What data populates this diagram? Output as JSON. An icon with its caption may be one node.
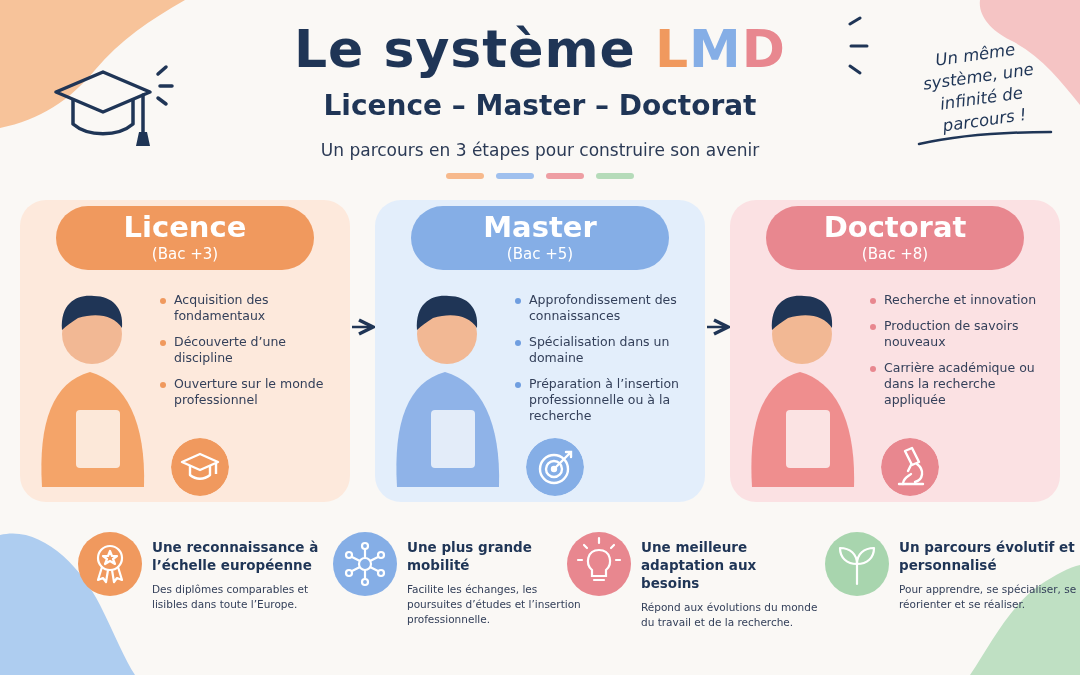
{
  "diagram": {
    "title": "Le système LMD",
    "nodes": [
      {
        "text": [
          "Licence",
          "(Bac +3)",
          "Acquisition des fondamentaux",
          "Découverte d’une discipline",
          "Ouverture sur le monde professionnel"
        ]
      },
      {
        "text": [
          "Master",
          "(Bac +5)",
          "Approfondissement des connaissances",
          "Spécialisation dans un domaine",
          "Préparation à l’insertion professionnelle ou à la recherche"
        ]
      },
      {
        "text": [
          "Doctorat",
          "(Bac +8)",
          "Recherche et innovation",
          "Production de savoirs nouveaux",
          "Carrière académique ou dans la recherche appliquée"
        ]
      }
    ],
    "edges": [
      {
        "from": 0,
        "to": 1,
        "arrow": "to"
      },
      {
        "from": 1,
        "to": 2,
        "arrow": "to"
      }
    ],
    "labels": [
      "Licence – Master – Doctorat",
      "Un parcours en 3 étapes pour construire son avenir",
      "Un même système, une infinité de parcours !",
      "Une reconnaissance à l’échelle européenne",
      "Des diplômes comparables et lisibles dans toute l’Europe.",
      "Une plus grande mobilité",
      "Facilite les échanges, les poursuites d’études et l’insertion professionnelle.",
      "Une meilleure adaptation aux besoins",
      "Répond aux évolutions du monde du travail et de la recherche.",
      "Un parcours évolutif et personnalisé",
      "Pour apprendre, se spécialiser, se réorienter et se réaliser."
    ]
  }
}
